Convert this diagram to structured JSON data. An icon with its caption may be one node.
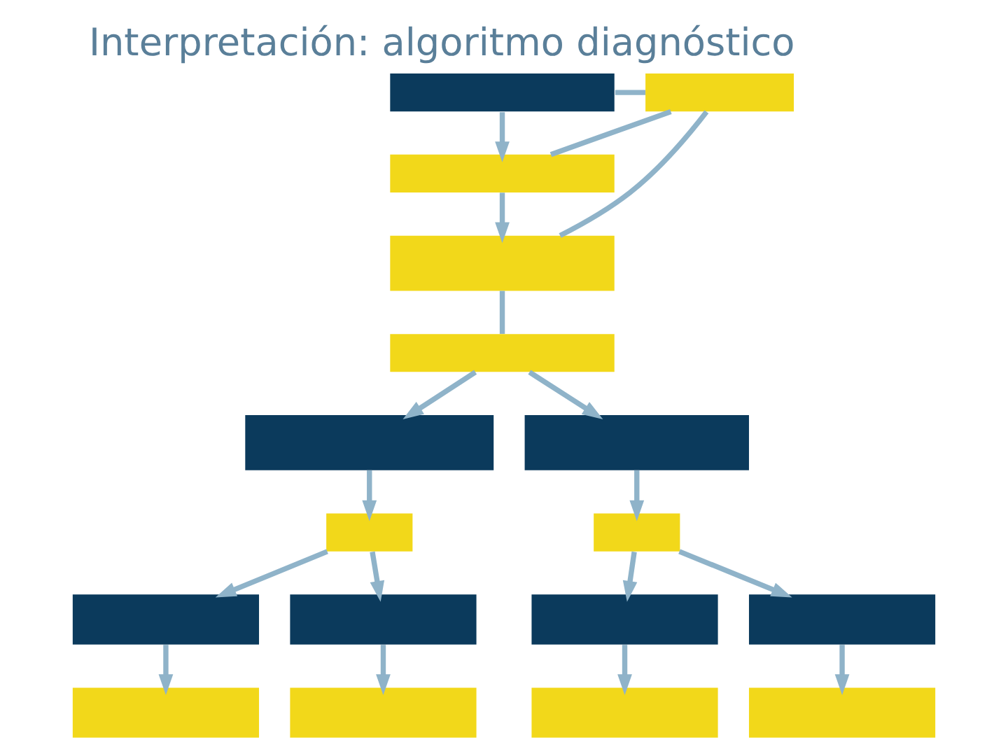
{
  "diagram": {
    "title": "Interpretación: algoritmo diagnóstico",
    "nodes": [
      {
        "text": [],
        "shape": "box"
      },
      {
        "text": [],
        "shape": "box"
      },
      {
        "text": [],
        "shape": "box"
      },
      {
        "text": [],
        "shape": "box"
      },
      {
        "text": [],
        "shape": "box"
      },
      {
        "text": [],
        "shape": "box"
      },
      {
        "text": [],
        "shape": "box"
      },
      {
        "text": [],
        "shape": "box"
      },
      {
        "text": [],
        "shape": "box"
      },
      {
        "text": [],
        "shape": "box"
      },
      {
        "text": [],
        "shape": "box"
      },
      {
        "text": [],
        "shape": "box"
      },
      {
        "text": [],
        "shape": "box"
      },
      {
        "text": [],
        "shape": "box"
      },
      {
        "text": [],
        "shape": "box"
      },
      {
        "text": [],
        "shape": "box"
      },
      {
        "text": [],
        "shape": "box"
      }
    ],
    "edges": [
      {
        "from": 0,
        "to": 1,
        "arrow": "none"
      },
      {
        "from": 0,
        "to": 2,
        "arrow": "to"
      },
      {
        "from": 2,
        "to": 3,
        "arrow": "to"
      },
      {
        "from": 2,
        "to": 1,
        "arrow": "none"
      },
      {
        "from": 3,
        "to": 1,
        "arrow": "none"
      },
      {
        "from": 3,
        "to": 4,
        "arrow": "none"
      },
      {
        "from": 4,
        "to": 5,
        "arrow": "to"
      },
      {
        "from": 4,
        "to": 6,
        "arrow": "to"
      },
      {
        "from": 5,
        "to": 7,
        "arrow": "to"
      },
      {
        "from": 6,
        "to": 8,
        "arrow": "to"
      },
      {
        "from": 7,
        "to": 9,
        "arrow": "to"
      },
      {
        "from": 7,
        "to": 10,
        "arrow": "to"
      },
      {
        "from": 8,
        "to": 11,
        "arrow": "to"
      },
      {
        "from": 8,
        "to": 12,
        "arrow": "to"
      },
      {
        "from": 9,
        "to": 13,
        "arrow": "to"
      },
      {
        "from": 10,
        "to": 14,
        "arrow": "to"
      },
      {
        "from": 11,
        "to": 15,
        "arrow": "to"
      },
      {
        "from": 12,
        "to": 16,
        "arrow": "to"
      }
    ]
  }
}
